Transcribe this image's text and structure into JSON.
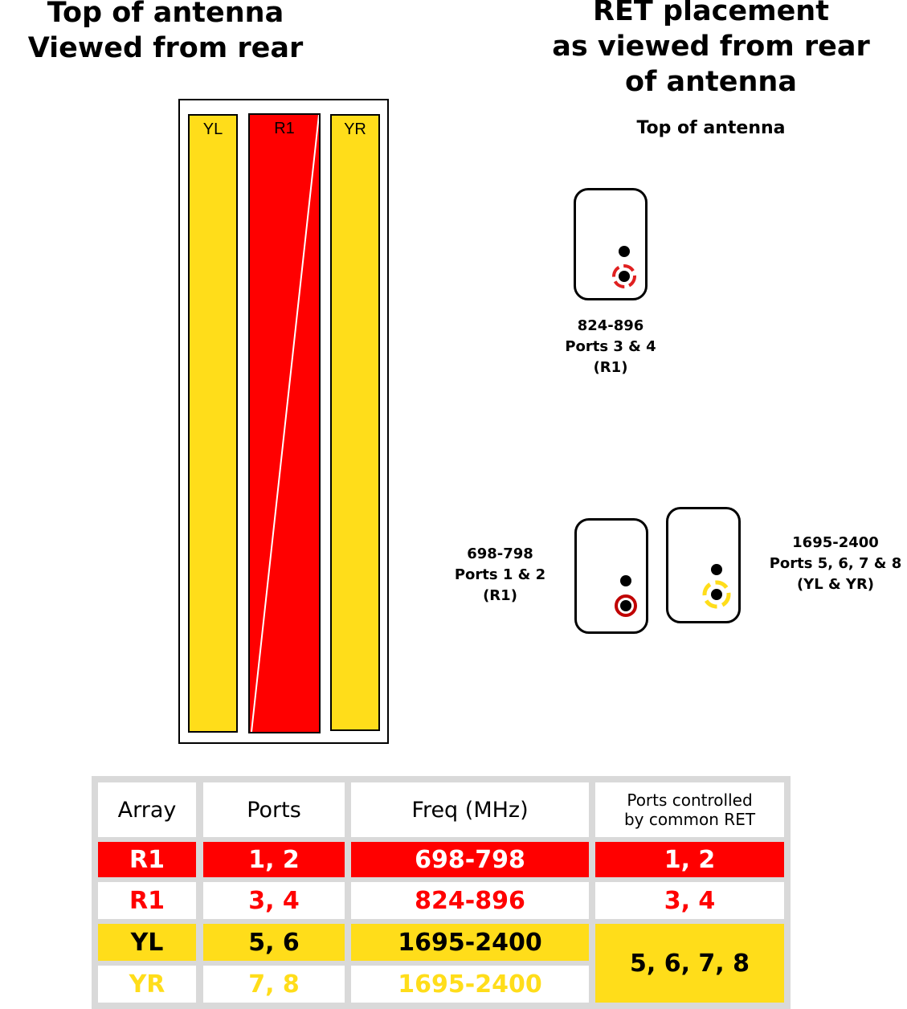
{
  "left_title": {
    "line1": "Top of antenna",
    "line2": "Viewed from rear"
  },
  "right_title": {
    "line1": "RET placement",
    "line2": "as viewed from rear",
    "line3": "of antenna"
  },
  "right_subtitle": "Top of antenna",
  "columns": {
    "left": "YL",
    "center": "R1",
    "right": "YR"
  },
  "ret_units": {
    "top": {
      "line1": "824-896",
      "line2": "Ports 3 & 4",
      "line3": "(R1)"
    },
    "bottom_left": {
      "line1": "698-798",
      "line2": "Ports 1 & 2",
      "line3": "(R1)"
    },
    "bottom_right": {
      "line1": "1695-2400",
      "line2": "Ports 5, 6, 7 & 8",
      "line3": "(YL & YR)"
    }
  },
  "colors": {
    "red": "#ff0000",
    "yellow": "#ffdd1a",
    "dark_red": "#c00000"
  },
  "table": {
    "headers": [
      "Array",
      "Ports",
      "Freq (MHz)"
    ],
    "header_common": {
      "line1": "Ports controlled",
      "line2": "by common RET"
    },
    "rows": [
      {
        "array": "R1",
        "ports": "1, 2",
        "freq": "698-798",
        "common": "1, 2"
      },
      {
        "array": "R1",
        "ports": "3, 4",
        "freq": "824-896",
        "common": "3, 4"
      },
      {
        "array": "YL",
        "ports": "5, 6",
        "freq": "1695-2400",
        "common": "5, 6, 7, 8"
      },
      {
        "array": "YR",
        "ports": "7, 8",
        "freq": "1695-2400"
      }
    ]
  }
}
